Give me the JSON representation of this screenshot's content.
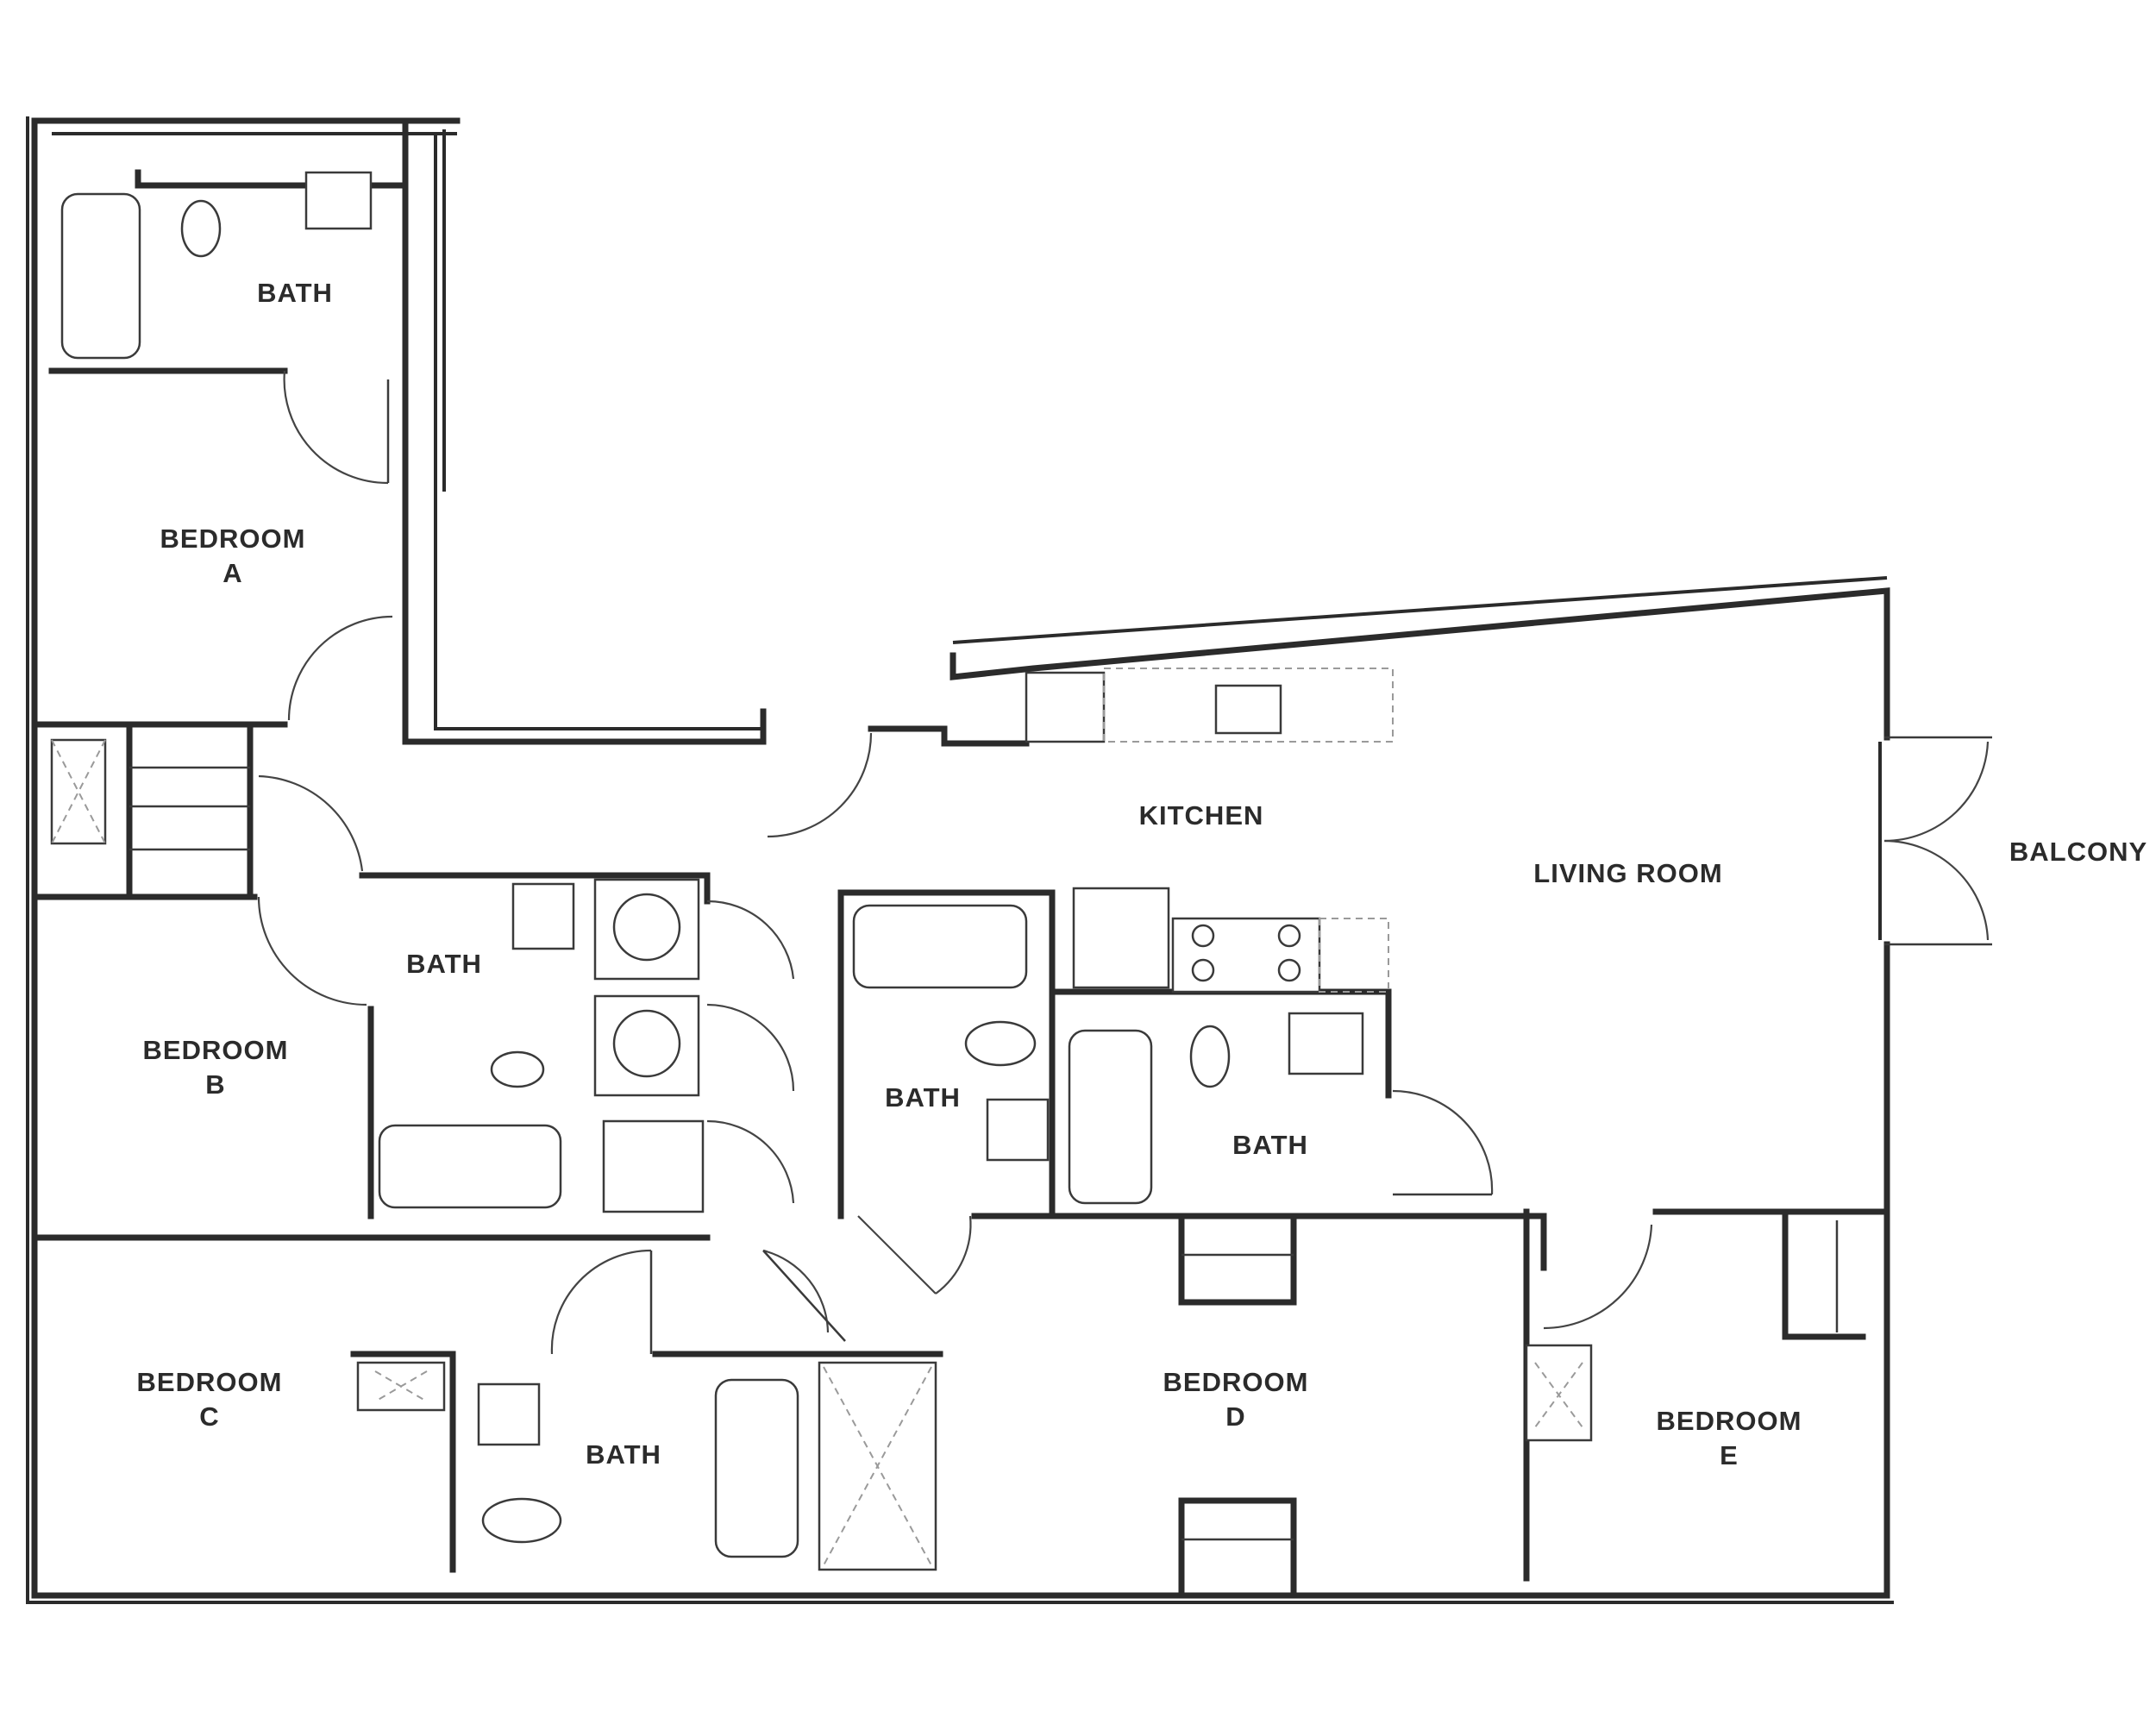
{
  "rooms": {
    "bath_a": "BATH",
    "bedroom_a_1": "BEDROOM",
    "bedroom_a_2": "A",
    "bath_b": "BATH",
    "bedroom_b_1": "BEDROOM",
    "bedroom_b_2": "B",
    "kitchen": "KITCHEN",
    "living_room": "LIVING ROOM",
    "balcony": "BALCONY",
    "bath_center": "BATH",
    "bath_d": "BATH",
    "bedroom_c_1": "BEDROOM",
    "bedroom_c_2": "C",
    "bath_c": "BATH",
    "bedroom_d_1": "BEDROOM",
    "bedroom_d_2": "D",
    "bedroom_e_1": "BEDROOM",
    "bedroom_e_2": "E"
  }
}
